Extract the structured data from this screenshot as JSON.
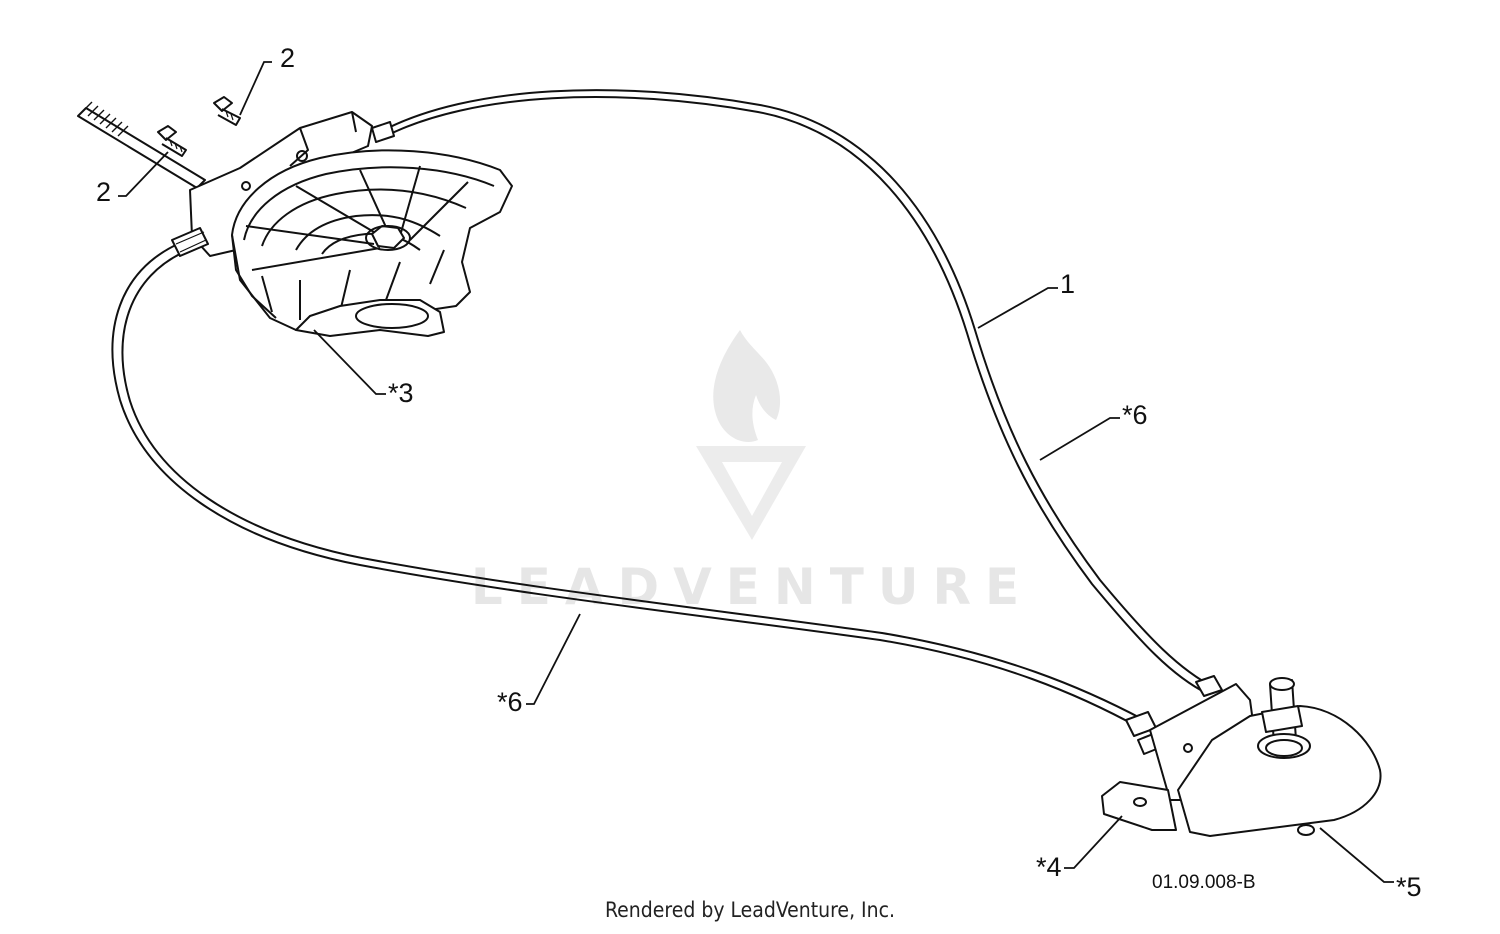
{
  "diagram": {
    "drawing_number": "01.09.008-B",
    "callouts": {
      "bolt_upper": "2",
      "bolt_left": "2",
      "cable": "1",
      "cable_sheath_right": "*6",
      "cable_sheath_left": "*6",
      "gear_plate": "*3",
      "bracket": "*4",
      "pulley": "*5"
    }
  },
  "watermark": {
    "text": "LEADVENTURE",
    "color": "#e6e6e6"
  },
  "footer": {
    "rendered_by": "Rendered by LeadVenture, Inc."
  },
  "colors": {
    "line": "#111111",
    "background": "#ffffff"
  }
}
